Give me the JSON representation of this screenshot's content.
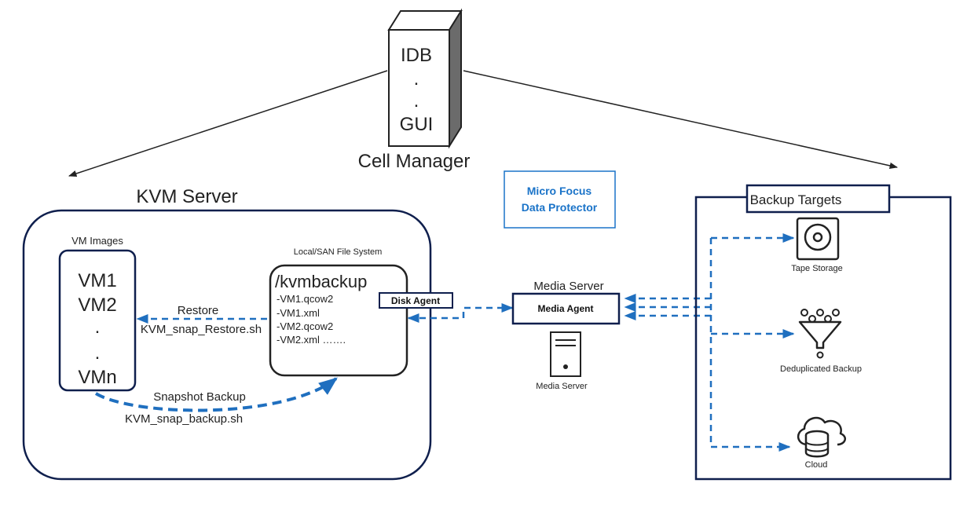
{
  "cell_manager": {
    "server_lines": [
      "IDB",
      ".",
      ".",
      "GUI"
    ],
    "caption": "Cell Manager"
  },
  "brand": {
    "line1": "Micro Focus",
    "line2": "Data Protector",
    "color": "#1a73c8"
  },
  "kvm_server": {
    "title": "KVM Server",
    "vm_images_label": "VM Images",
    "vm_list": [
      "VM1",
      "VM2",
      ".",
      ".",
      "VMn"
    ],
    "filesystem_label": "Local/SAN File System",
    "backup_dir": "/kvmbackup",
    "files": [
      "-VM1.qcow2",
      "-VM1.xml",
      "-VM2.qcow2",
      "-VM2.xml ……."
    ],
    "disk_agent": "Disk Agent",
    "restore_label": "Restore",
    "restore_script": "KVM_snap_Restore.sh",
    "snapshot_label": "Snapshot Backup",
    "snapshot_script": "KVM_snap_backup.sh"
  },
  "media_server": {
    "title": "Media Server",
    "agent": "Media Agent",
    "caption": "Media Server"
  },
  "backup_targets": {
    "title": "Backup Targets",
    "items": [
      {
        "label": "Tape Storage",
        "icon": "tape-storage-icon"
      },
      {
        "label": "Deduplicated Backup",
        "icon": "deduplication-funnel-icon"
      },
      {
        "label": "Cloud",
        "icon": "cloud-database-icon"
      }
    ]
  },
  "colors": {
    "border": "#0f1f4d",
    "flow": "#1f6fbf"
  }
}
